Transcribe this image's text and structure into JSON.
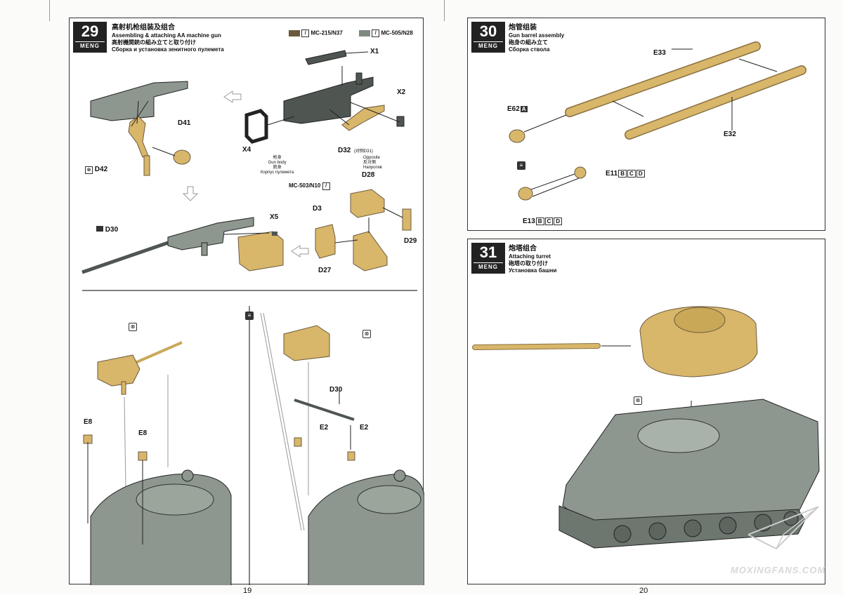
{
  "left_page": {
    "page_number": "19",
    "step": {
      "number": "29",
      "brand": "MENG",
      "title_cn": "高射机枪组装及组合",
      "title_en": "Assembling & attaching AA machine gun",
      "title_jp": "高射機関銃の組み立てと取り付け",
      "title_ru": "Сборка и установка зенитного пулемета"
    },
    "paints": [
      {
        "code": "MC-215/N37",
        "color": "#6b5a3e"
      },
      {
        "code": "MC-505/N28",
        "color": "#7f8a80"
      }
    ],
    "paint_callout": "MC-503/N10",
    "gun_body": {
      "cn": "枪身",
      "en": "Gun body",
      "jp": "銃身",
      "ru": "Корпус пулемета"
    },
    "opposite": {
      "part": "D32",
      "cn": "(对侧D31)",
      "en": "Opposite",
      "jp": "反対側",
      "ru": "Напротив"
    },
    "parts": [
      "X1",
      "X2",
      "X4",
      "X5",
      "D41",
      "D42",
      "D28",
      "D3",
      "D29",
      "D27",
      "D30",
      "E8",
      "E8",
      "D30",
      "E2",
      "E2"
    ]
  },
  "right_page": {
    "page_number": "20",
    "step30": {
      "number": "30",
      "brand": "MENG",
      "title_cn": "炮管组装",
      "title_en": "Gun barrel assembly",
      "title_jp": "砲身の組み立て",
      "title_ru": "Сборка ствола"
    },
    "step30_parts": {
      "e33": "E33",
      "e32": "E32",
      "e62": "E62",
      "e62_ver": "A",
      "e11": "E11",
      "e13": "E13",
      "versions": [
        "B",
        "C",
        "D"
      ]
    },
    "step31": {
      "number": "31",
      "brand": "MENG",
      "title_cn": "炮塔组合",
      "title_en": "Attaching turret",
      "title_jp": "砲塔の取り付け",
      "title_ru": "Установка башни"
    },
    "watermark": "MOXINGFANS.COM"
  },
  "colors": {
    "tan_part": "#d8b66a",
    "gray_part": "#8d978f",
    "dark_part": "#4f5651",
    "frame": "#333333"
  }
}
